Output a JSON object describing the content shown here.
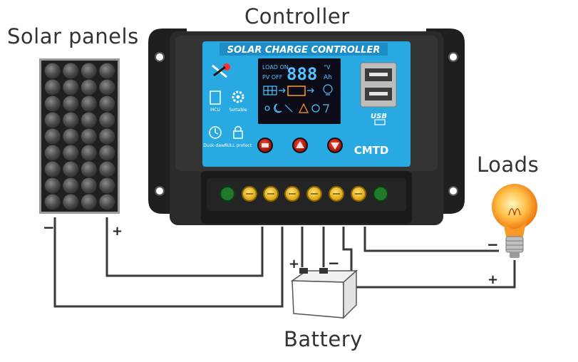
{
  "labels": {
    "controller": "Controller",
    "solar_panels": "Solar panels",
    "loads": "Loads",
    "battery": "Battery"
  },
  "controller": {
    "brand_banner": "SOLAR CHARGE CONTROLLER",
    "model": "CMTD",
    "lcd": {
      "top_left": "LOAD ON",
      "mid_left": "PV OFF",
      "digits": "888",
      "unit_top": "°V",
      "unit_bottom": "Ah"
    },
    "usb_label": "USB",
    "icon_captions": {
      "mcu": "MCU",
      "settable": "Settable",
      "dusk_dawn": "Dusk-dawn",
      "full_protect": "FULL protect"
    }
  },
  "wiring": {
    "solar_minus": "−",
    "solar_plus": "+",
    "battery_plus": "+",
    "battery_minus": "−",
    "load_minus": "−",
    "load_plus": "+"
  },
  "colors": {
    "panel_face": "#29a9e1",
    "controller_body": "#2a2a2a",
    "terminal": "#f2b400",
    "wire": "#3a3a3a"
  }
}
